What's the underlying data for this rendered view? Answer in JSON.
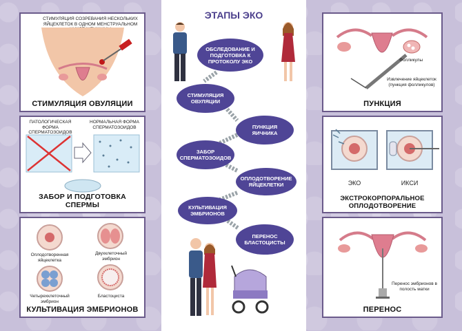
{
  "center": {
    "title": "ЭТАПЫ ЭКО",
    "steps": [
      "ОБСЛЕДОВАНИЕ И ПОДГОТОВКА К ПРОТОКОЛУ ЭКО",
      "СТИМУЛЯЦИЯ ОВУЛЯЦИИ",
      "ПУНКЦИЯ ЯИЧНИКА",
      "ЗАБОР СПЕРМАТОЗОИДОВ",
      "ОПЛОДОТВОРЕНИЕ ЯЙЦЕКЛЕТКИ",
      "КУЛЬТИВАЦИЯ ЭМБРИОНОВ",
      "ПЕРЕНОС БЛАСТОЦИСТЫ"
    ]
  },
  "panels": {
    "stimulation": {
      "title": "СТИМУЛЯЦИЯ ОВУЛЯЦИИ",
      "caption": "СТИМУЛЯЦИЯ СОЗРЕВАНИЯ НЕСКОЛЬКИХ ЯЙЦЕКЛЕТОК В ОДНОМ МЕНСТРУАЛЬНОМ ЦИКЛЕ ЖЕНЩИНЫ"
    },
    "sperm": {
      "title": "ЗАБОР И ПОДГОТОВКА СПЕРМЫ",
      "label_left": "ПАТОЛОГИЧЕСКАЯ ФОРМА СПЕРМАТОЗОИДОВ",
      "label_right": "НОРМАЛЬНАЯ ФОРМА СПЕРМАТОЗОИДОВ"
    },
    "culture": {
      "title": "КУЛЬТИВАЦИЯ ЭМБРИОНОВ",
      "cells": [
        "Оплодотворенная яйцеклетка",
        "Двухклеточный эмбрион",
        "Четырехклеточный эмбрион",
        "Бластоциста"
      ]
    },
    "puncture": {
      "title": "ПУНКЦИЯ",
      "label_follicles": "Фолликулы",
      "label_extract": "Извлечение яйцеклеток (пункция фолликулов)"
    },
    "ivf": {
      "title": "ЭКСТРОКОРПОРАЛЬНОЕ ОПЛОДОТВОРЕНИЕ",
      "left": "ЭКО",
      "right": "ИКСИ"
    },
    "transfer": {
      "title": "ПЕРЕНОС",
      "caption": "Перенос эмбрионов в полость матки"
    }
  }
}
